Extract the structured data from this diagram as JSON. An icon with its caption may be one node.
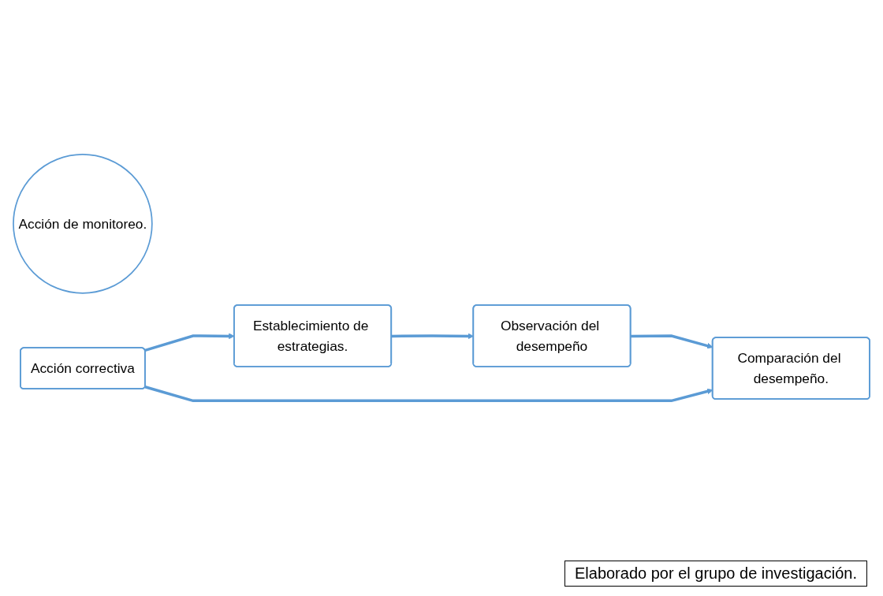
{
  "diagram": {
    "caption": "Elaborado por el grupo de investigación.",
    "nodes": [
      {
        "text": [
          "Establecimiento de estrategias."
        ]
      },
      {
        "text": [
          "Observación del desempeño"
        ]
      },
      {
        "text": [
          "Acción de monitoreo."
        ]
      },
      {
        "text": [
          "Acción correctiva"
        ]
      },
      {
        "text": [
          "Comparación del desempeño."
        ]
      }
    ],
    "edges": [
      {
        "from": 0,
        "to": 1,
        "arrow": "to"
      },
      {
        "from": 1,
        "to": 4,
        "arrow": "to"
      },
      {
        "from": 3,
        "to": 4,
        "arrow": "to"
      },
      {
        "from": 3,
        "to": 0,
        "arrow": "to"
      }
    ]
  }
}
